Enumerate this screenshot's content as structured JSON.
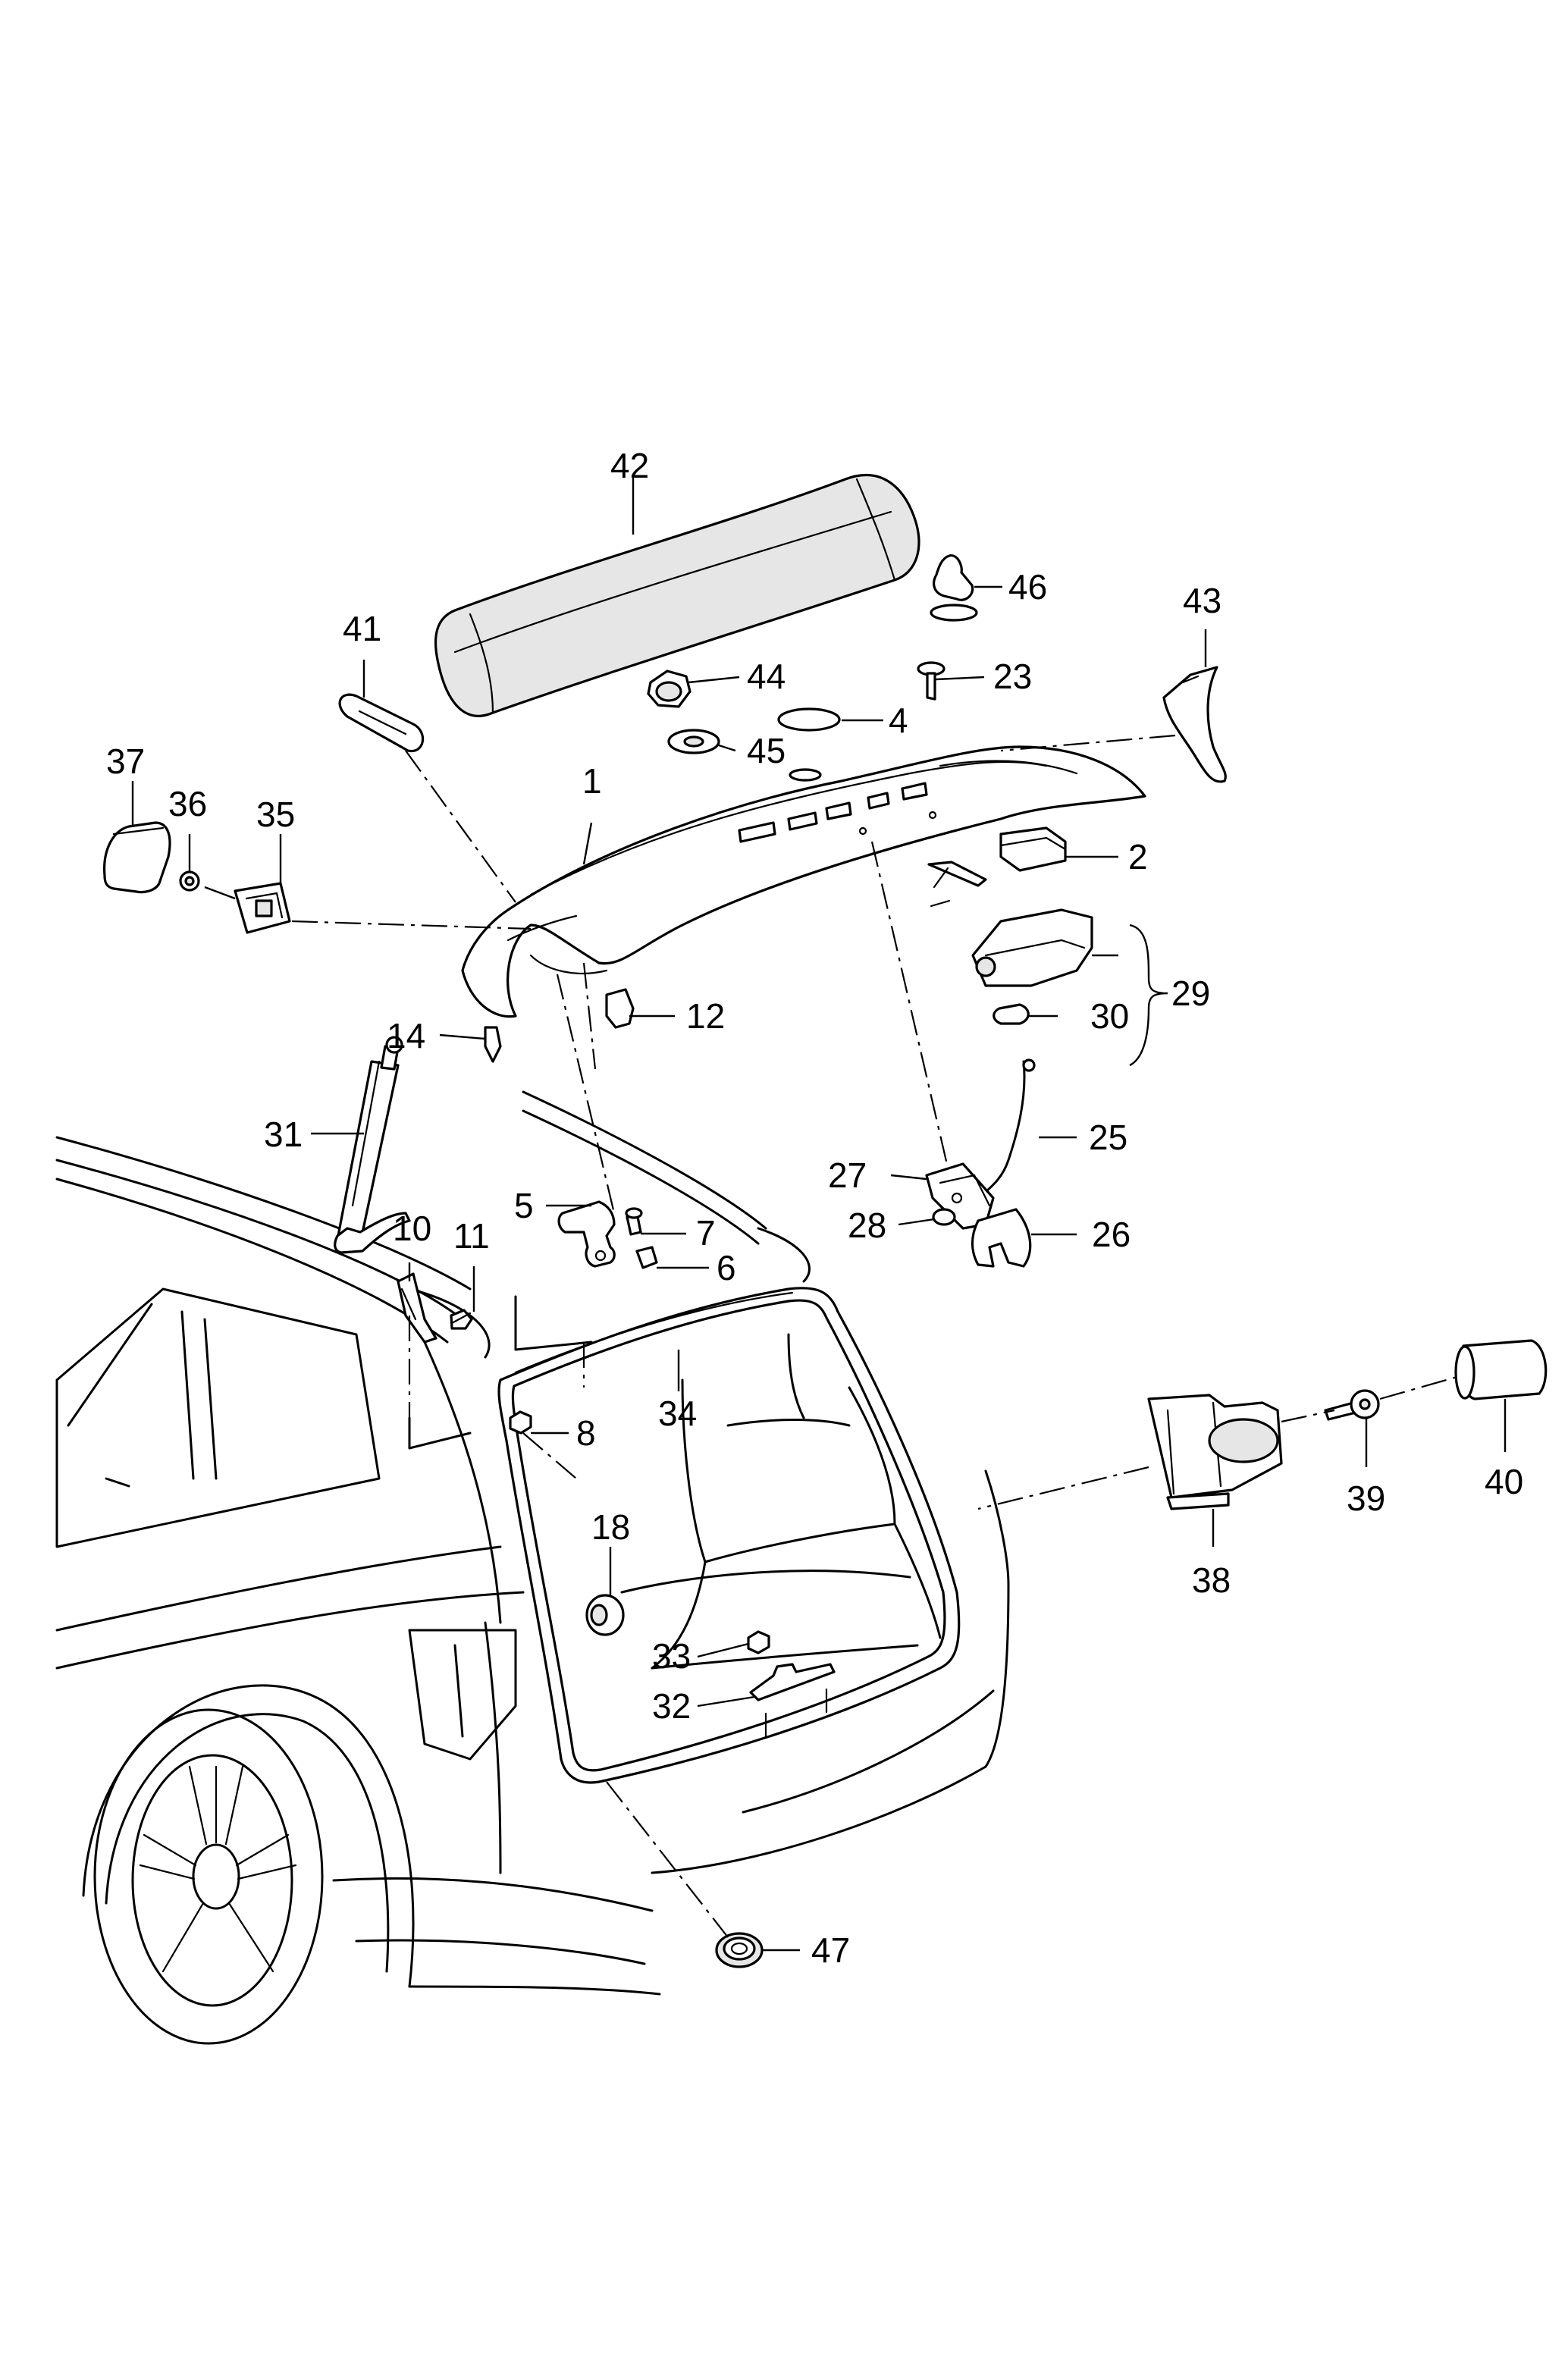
{
  "diagram": {
    "callouts": [
      {
        "id": "c1",
        "label": "1"
      },
      {
        "id": "c2",
        "label": "2"
      },
      {
        "id": "c4",
        "label": "4"
      },
      {
        "id": "c5",
        "label": "5"
      },
      {
        "id": "c6",
        "label": "6"
      },
      {
        "id": "c7",
        "label": "7"
      },
      {
        "id": "c8",
        "label": "8"
      },
      {
        "id": "c10",
        "label": "10"
      },
      {
        "id": "c11",
        "label": "11"
      },
      {
        "id": "c12",
        "label": "12"
      },
      {
        "id": "c14",
        "label": "14"
      },
      {
        "id": "c18",
        "label": "18"
      },
      {
        "id": "c23",
        "label": "23"
      },
      {
        "id": "c25",
        "label": "25"
      },
      {
        "id": "c26",
        "label": "26"
      },
      {
        "id": "c27",
        "label": "27"
      },
      {
        "id": "c28",
        "label": "28"
      },
      {
        "id": "c29",
        "label": "29"
      },
      {
        "id": "c30",
        "label": "30"
      },
      {
        "id": "c31",
        "label": "31"
      },
      {
        "id": "c32",
        "label": "32"
      },
      {
        "id": "c33",
        "label": "33"
      },
      {
        "id": "c34",
        "label": "34"
      },
      {
        "id": "c35",
        "label": "35"
      },
      {
        "id": "c36",
        "label": "36"
      },
      {
        "id": "c37",
        "label": "37"
      },
      {
        "id": "c38",
        "label": "38"
      },
      {
        "id": "c39",
        "label": "39"
      },
      {
        "id": "c40",
        "label": "40"
      },
      {
        "id": "c41",
        "label": "41"
      },
      {
        "id": "c42",
        "label": "42"
      },
      {
        "id": "c43",
        "label": "43"
      },
      {
        "id": "c44",
        "label": "44"
      },
      {
        "id": "c45",
        "label": "45"
      },
      {
        "id": "c46",
        "label": "46"
      },
      {
        "id": "c47",
        "label": "47"
      }
    ]
  }
}
